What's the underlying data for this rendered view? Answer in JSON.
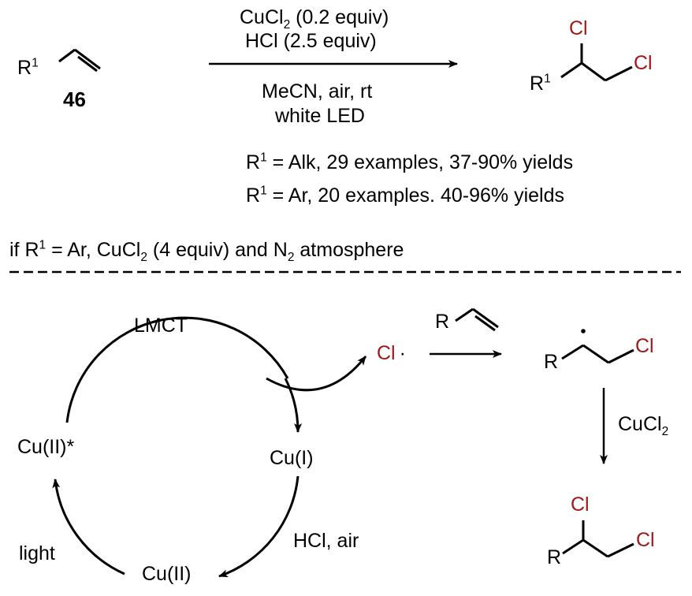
{
  "reaction": {
    "substrate_r": "R",
    "substrate_r_sup": "1",
    "compound_number": "46",
    "cond_above_1_pre": "CuCl",
    "cond_above_1_sub": "2",
    "cond_above_1_post": " (0.2 equiv)",
    "cond_above_2": "HCl (2.5 equiv)",
    "cond_below_1": "MeCN, air, rt",
    "cond_below_2": "white LED",
    "product_cl_top": "Cl",
    "product_cl_right": "Cl",
    "product_r": "R",
    "product_r_sup": "1"
  },
  "scope": {
    "line1_r": "R",
    "line1_sup": "1",
    "line1_text": " = Alk, 29 examples, 37-90% yields",
    "line2_r": "R",
    "line2_sup": "1",
    "line2_text": " = Ar, 20 examples. 40-96% yields"
  },
  "note": {
    "pre": "if R",
    "sup": "1",
    "mid": " = Ar, CuCl",
    "sub1": "2",
    "mid2": " (4 equiv) and N",
    "sub2": "2",
    "post": " atmosphere"
  },
  "mechanism": {
    "lmct": "LMCT",
    "cu_excited": "Cu(II)*",
    "cu_one": "Cu(I)",
    "cu_two": "Cu(II)",
    "hcl_air": "HCl, air",
    "light": "light",
    "cl_radical": "Cl",
    "radical_dot": "·",
    "alkene_r": "R",
    "radical_r": "R",
    "radical_cl": "Cl",
    "cucl2_pre": "CuCl",
    "cucl2_sub": "2",
    "product_cl_top": "Cl",
    "product_cl_right": "Cl",
    "product_r": "R"
  },
  "colors": {
    "chlorine": "#a01818",
    "bonds": "#000000"
  }
}
